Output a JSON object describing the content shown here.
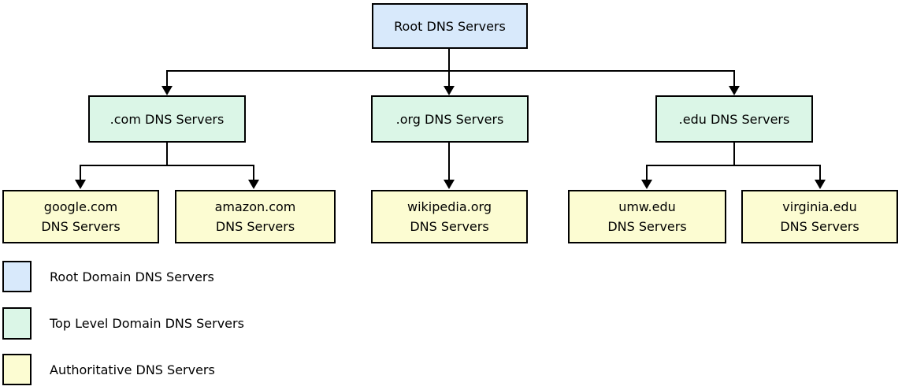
{
  "diagram": {
    "nodes": {
      "root": {
        "label": "Root DNS Servers"
      },
      "com": {
        "label": ".com DNS Servers"
      },
      "org": {
        "label": ".org DNS Servers"
      },
      "edu": {
        "label": ".edu DNS Servers"
      },
      "google": {
        "line1": "google.com",
        "line2": "DNS Servers"
      },
      "amazon": {
        "line1": "amazon.com",
        "line2": "DNS Servers"
      },
      "wikipedia": {
        "line1": "wikipedia.org",
        "line2": "DNS Servers"
      },
      "umw": {
        "line1": "umw.edu",
        "line2": "DNS Servers"
      },
      "virginia": {
        "line1": "virginia.edu",
        "line2": "DNS Servers"
      }
    },
    "legend": {
      "items": [
        {
          "label": "Root Domain DNS Servers",
          "color": "#d8e9fb"
        },
        {
          "label": "Top Level Domain DNS Servers",
          "color": "#dbf6e7"
        },
        {
          "label": "Authoritative DNS Servers",
          "color": "#fcfcd2"
        }
      ]
    },
    "colors": {
      "root_fill": "#d8e9fb",
      "tld_fill": "#dbf6e7",
      "authoritative_fill": "#fcfcd2",
      "border": "#000000",
      "connector": "#000000",
      "background": "#ffffff"
    }
  }
}
